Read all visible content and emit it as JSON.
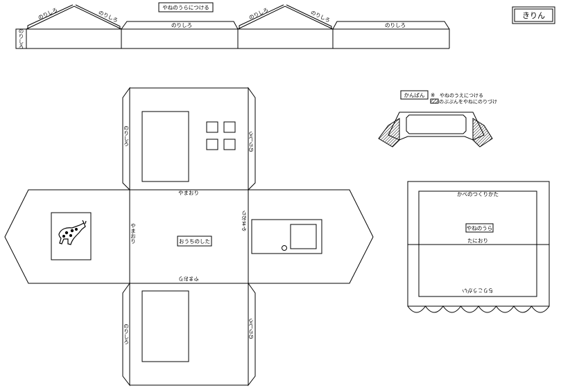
{
  "title": "きりん",
  "roof_strip": {
    "tab_left": "のりしろ",
    "slope_labels": [
      "のりしろ",
      "のりしろ",
      "のりしろ",
      "のりしろ"
    ],
    "flat_labels": [
      "のりしろ",
      "のりしろ"
    ],
    "instruction": "やねのうらにつける"
  },
  "house_net": {
    "floor_label": "おうちのした",
    "fold_top": "やまおり",
    "fold_bottom": "やまおり",
    "fold_left": "やまおり",
    "fold_right": "やまおり",
    "tab_labels": [
      "のりしろ",
      "のりしろ",
      "のりしろ",
      "のりしろ"
    ]
  },
  "sign": {
    "tag": "かんばん",
    "note_mark": "※",
    "note_line1": "やねのうえにつける",
    "note_line2": "のぶぶんをやねにのりづけ"
  },
  "panel": {
    "top_label": "かべのつくりかた",
    "center_tag": "やねのうら",
    "fold_label": "たにおり",
    "bottom_label": "ちりこうがい"
  },
  "colors": {
    "line": "#000000",
    "paper": "#ffffff"
  }
}
